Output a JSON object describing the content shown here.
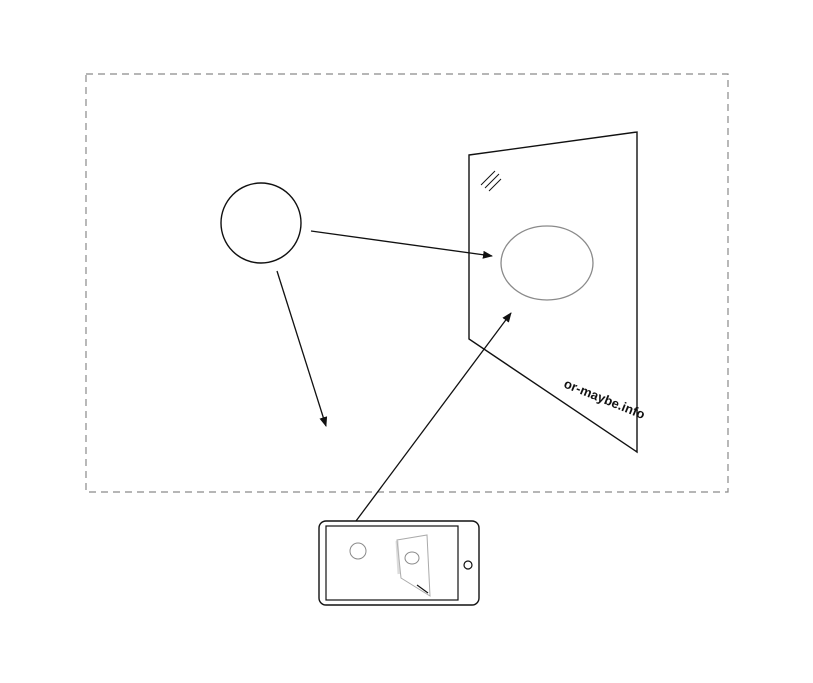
{
  "diagram": {
    "watermark_text": "or-maybe.info",
    "colors": {
      "stroke": "#111111",
      "frame": "#8a8a8a",
      "ellipse": "#8a8a8a",
      "background": "#ffffff"
    },
    "icons": [
      "circle-object",
      "mirror-panel",
      "reflection-ellipse",
      "smartphone-icon"
    ]
  }
}
